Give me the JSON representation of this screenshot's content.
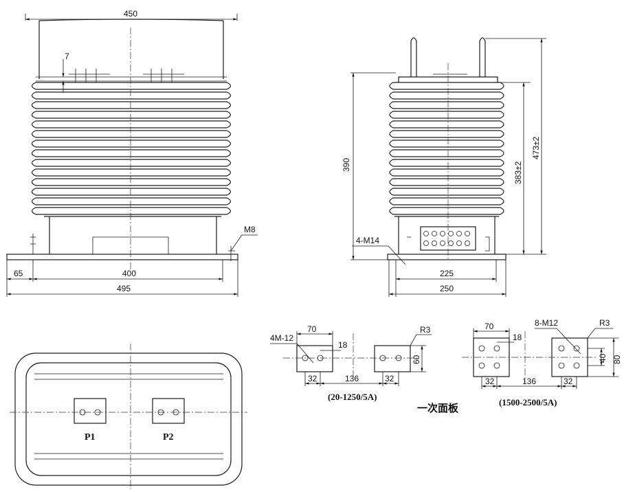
{
  "front_view": {
    "dim_width_top": "450",
    "dim_gap": "7",
    "dim_bolt_spacing": "400",
    "dim_left_offset": "65",
    "dim_total_width": "495",
    "bolt_label": "M8"
  },
  "side_view": {
    "dim_height": "390",
    "dim_body_height": "383±2",
    "dim_total_height": "473±2",
    "mount_holes": "4-M14",
    "dim_hole_spacing": "225",
    "dim_base_width": "250"
  },
  "top_view": {
    "terminal_p1": "P1",
    "terminal_p2": "P2"
  },
  "panel_small": {
    "holes_label": "4M-12",
    "dim_width": "70",
    "dim_offset": "18",
    "dim_pitch_left": "32",
    "dim_center": "136",
    "dim_pitch_right": "32",
    "dim_height": "60",
    "radius": "R3",
    "caption": "(20-1250/5A)"
  },
  "panel_large": {
    "holes_label": "8-M12",
    "dim_width": "70",
    "dim_offset": "18",
    "dim_pitch_left": "32",
    "dim_center": "136",
    "dim_pitch_right": "32",
    "dim_inner": "40",
    "dim_height": "80",
    "radius": "R3",
    "caption": "(1500-2500/5A)"
  },
  "panel_title": "一次面板"
}
